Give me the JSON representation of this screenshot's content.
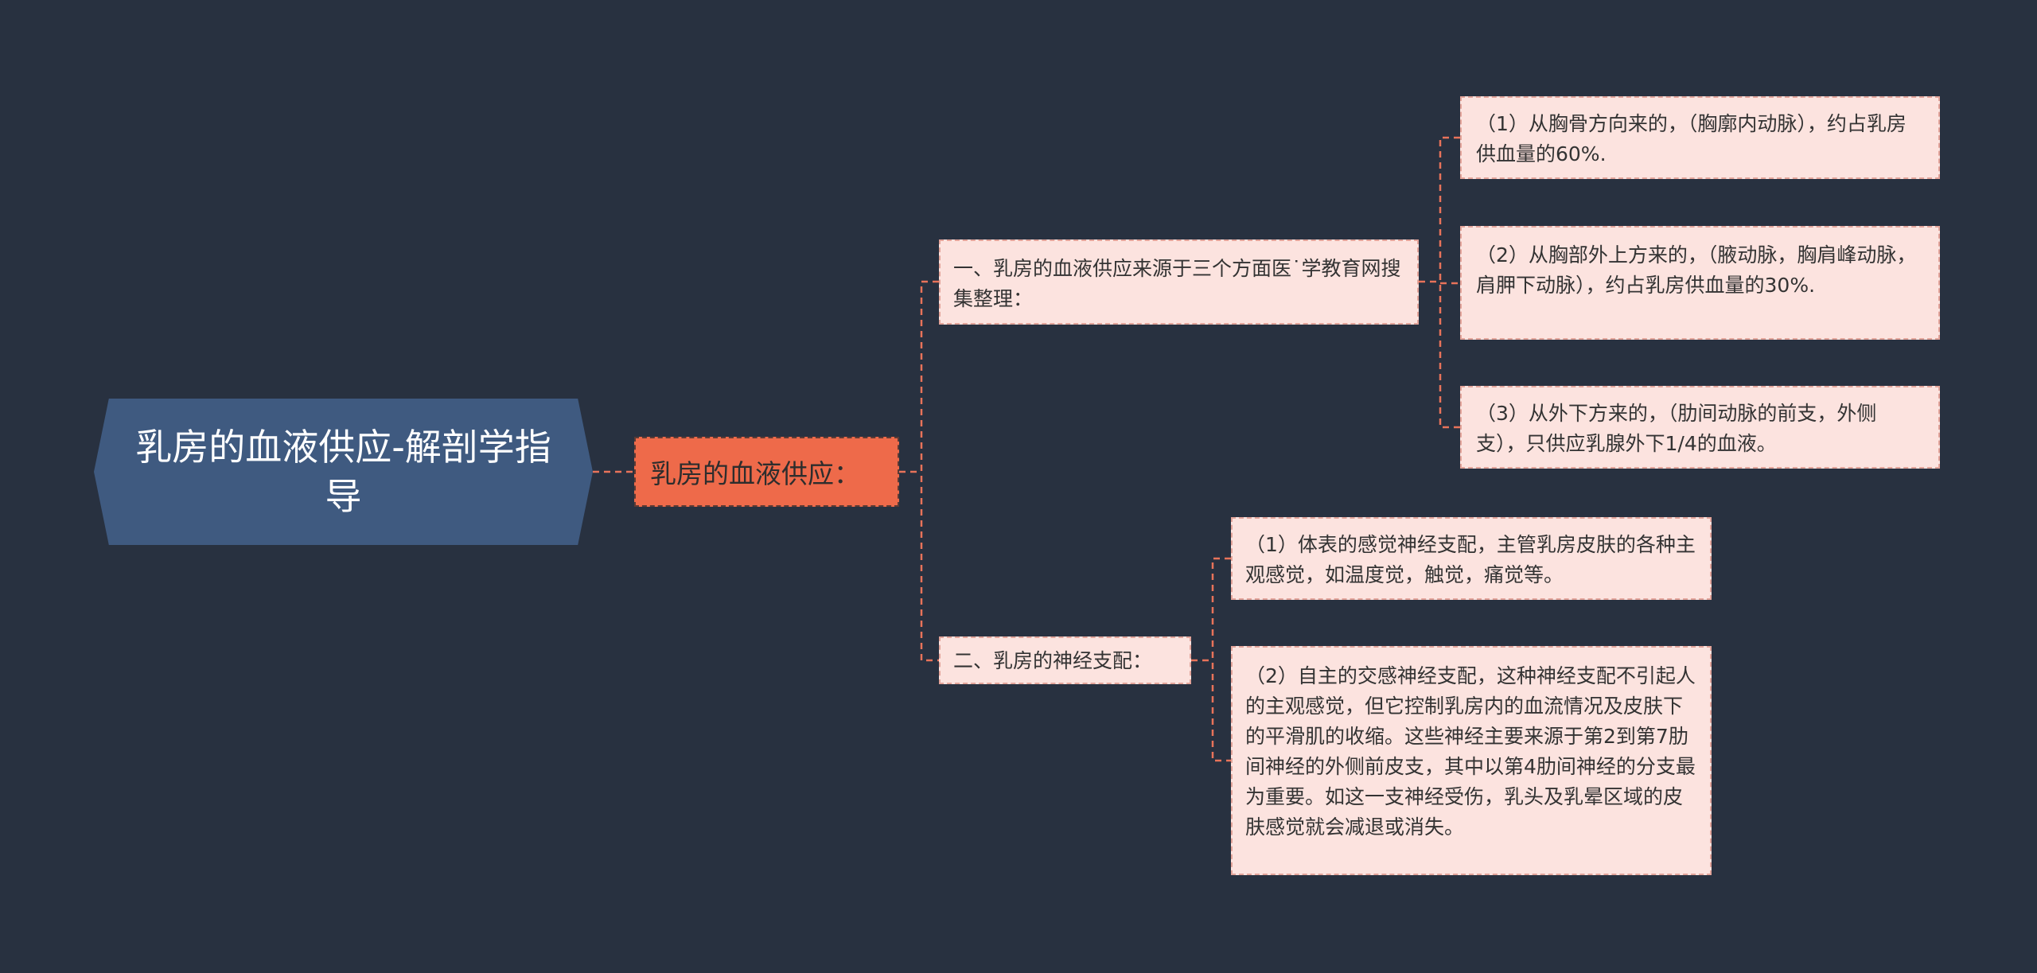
{
  "mindmap": {
    "root": "乳房的血液供应-解剖学指导",
    "main_topic": "乳房的血液供应：",
    "branches": [
      {
        "title": "一、乳房的血液供应来源于三个方面医˙学教育网搜集整理：",
        "items": [
          "（1）从胸骨方向来的，（胸廓内动脉），约占乳房供血量的60%.",
          "（2）从胸部外上方来的，（腋动脉，胸肩峰动脉，肩胛下动脉），约占乳房供血量的30%.",
          "（3）从外下方来的，（肋间动脉的前支，外侧支），只供应乳腺外下1/4的血液。"
        ]
      },
      {
        "title": "二、乳房的神经支配：",
        "items": [
          "（1）体表的感觉神经支配，主管乳房皮肤的各种主观感觉，如温度觉，触觉，痛觉等。",
          "（2）自主的交感神经支配，这种神经支配不引起人的主观感觉，但它控制乳房内的血流情况及皮肤下的平滑肌的收缩。这些神经主要来源于第2到第7肋间神经的外侧前皮支，其中以第4肋间神经的分支最为重要。如这一支神经受伤，乳头及乳晕区域的皮肤感觉就会减退或消失。"
        ]
      }
    ]
  },
  "colors": {
    "background": "#283140",
    "root": "#3f5a80",
    "main": "#ee6a4a",
    "box": "#fce3df",
    "line": "#e8735a"
  }
}
